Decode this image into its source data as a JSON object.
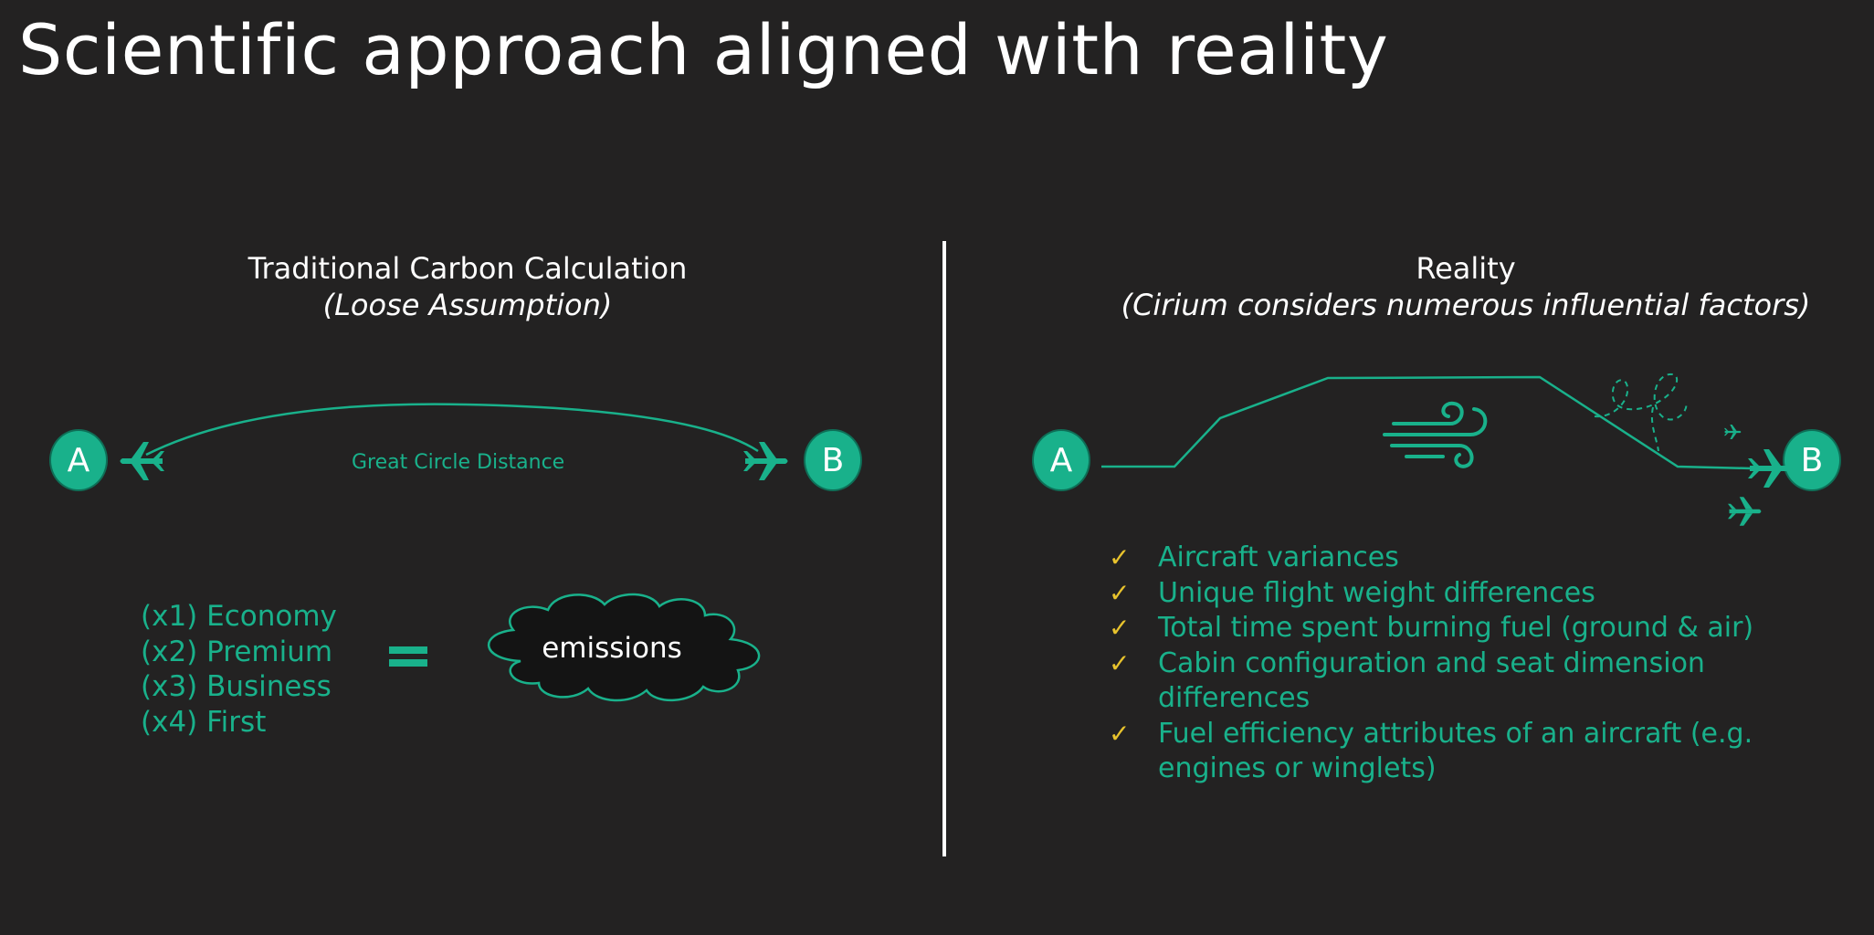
{
  "slide": {
    "title": "Scientific approach aligned with reality"
  },
  "left_panel": {
    "heading": "Traditional Carbon Calculation",
    "subheading": "(Loose Assumption)",
    "start_node": "A",
    "end_node": "B",
    "route_label": "Great Circle Distance",
    "cabin_classes": [
      "(x1) Economy",
      "(x2) Premium",
      "(x3) Business",
      "(x4) First"
    ],
    "result_label": "emissions"
  },
  "right_panel": {
    "heading": "Reality",
    "subheading": "(Cirium considers numerous influential factors)",
    "start_node": "A",
    "end_node": "B",
    "factors": [
      "Aircraft variances",
      "Unique flight weight differences",
      "Total time spent burning fuel (ground & air)",
      "Cabin configuration and seat dimension differences",
      "Fuel efficiency attributes of an aircraft (e.g. engines or winglets)"
    ]
  },
  "colors": {
    "background": "#232222",
    "accent_green": "#19b18b",
    "check_yellow": "#e8c32d",
    "text_white": "#ffffff"
  },
  "icons": [
    "airplane-icon",
    "wind-icon",
    "cloud-shape",
    "check-icon"
  ]
}
